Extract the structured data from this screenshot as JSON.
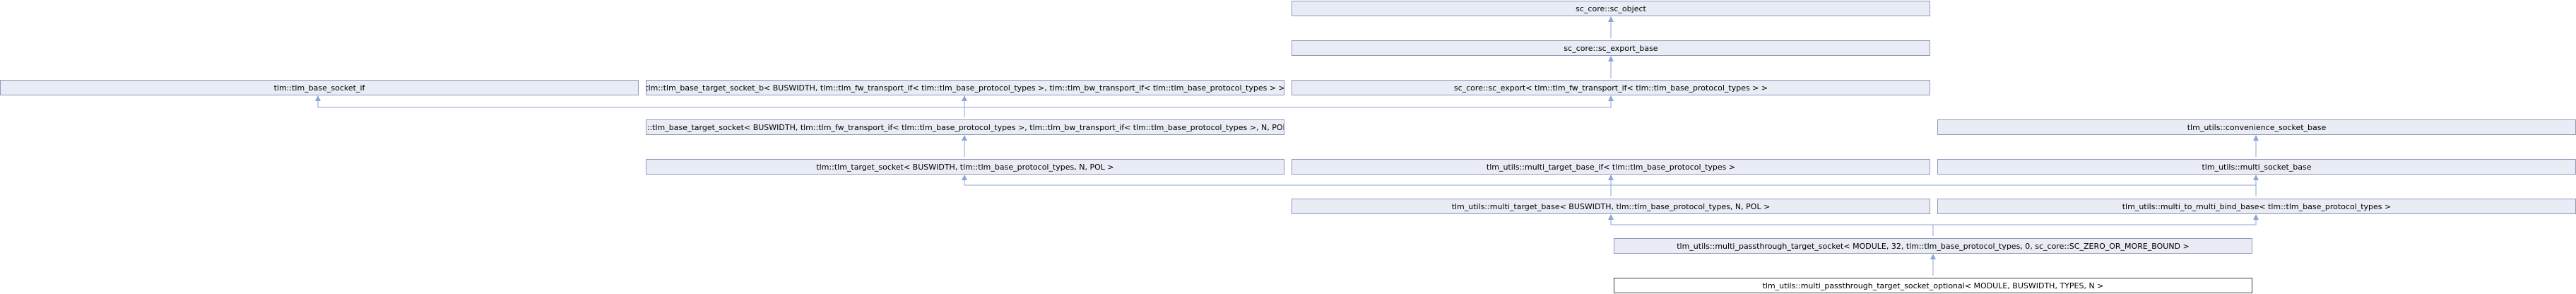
{
  "colors": {
    "node_fill": "#e9ecf5",
    "node_border": "#8f9ab8",
    "focus_fill": "#ffffff",
    "focus_border": "#404040",
    "edge": "#8ba6d6"
  },
  "nodes": {
    "sc_object": "sc_core::sc_object",
    "sc_export_base": "sc_core::sc_export_base",
    "tlm_base_socket_if": "tlm::tlm_base_socket_if",
    "tlm_base_target_socket_b": "tlm::tlm_base_target_socket_b< BUSWIDTH, tlm::tlm_fw_transport_if< tlm::tlm_base_protocol_types >, tlm::tlm_bw_transport_if< tlm::tlm_base_protocol_types > >",
    "sc_export": "sc_core::sc_export< tlm::tlm_fw_transport_if< tlm::tlm_base_protocol_types > >",
    "tlm_base_target_socket": "tlm::tlm_base_target_socket< BUSWIDTH, tlm::tlm_fw_transport_if< tlm::tlm_base_protocol_types >, tlm::tlm_bw_transport_if< tlm::tlm_base_protocol_types >, N, POL >",
    "convenience_socket_base": "tlm_utils::convenience_socket_base",
    "tlm_target_socket": "tlm::tlm_target_socket< BUSWIDTH, tlm::tlm_base_protocol_types, N, POL >",
    "multi_target_base_if": "tlm_utils::multi_target_base_if< tlm::tlm_base_protocol_types >",
    "multi_socket_base": "tlm_utils::multi_socket_base",
    "multi_target_base": "tlm_utils::multi_target_base< BUSWIDTH, tlm::tlm_base_protocol_types, N, POL >",
    "multi_to_multi_bind_base": "tlm_utils::multi_to_multi_bind_base< tlm::tlm_base_protocol_types >",
    "multi_passthrough_target_socket": "tlm_utils::multi_passthrough_target_socket< MODULE, 32, tlm::tlm_base_protocol_types, 0, sc_core::SC_ZERO_OR_MORE_BOUND >",
    "multi_passthrough_target_socket_optional": "tlm_utils::multi_passthrough_target_socket_optional< MODULE, BUSWIDTH, TYPES, N >"
  }
}
